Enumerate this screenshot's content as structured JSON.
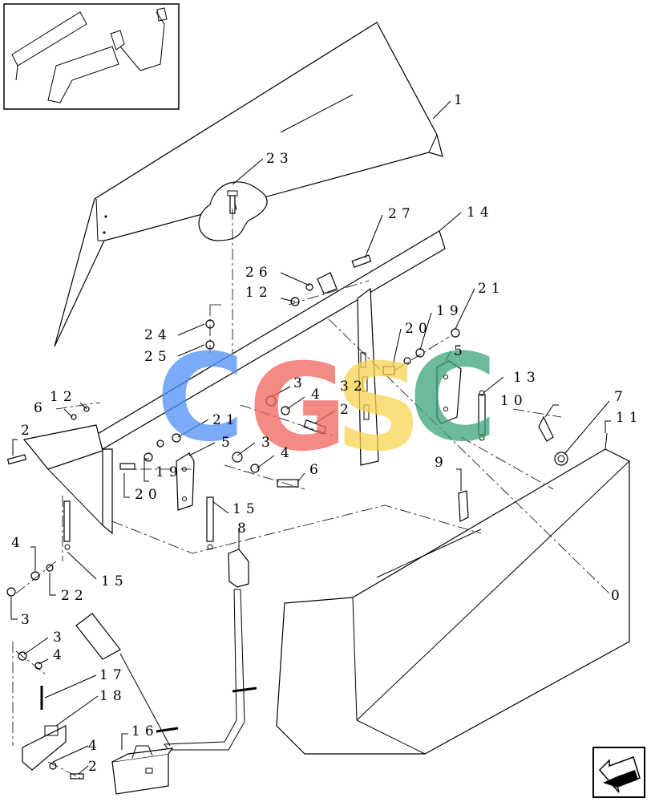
{
  "labels": {
    "l1": "1",
    "l23": "23",
    "l14": "14",
    "l27": "27",
    "l26": "26",
    "l12a": "12",
    "l21a": "21",
    "l19a": "19",
    "l20a": "20",
    "l24": "24",
    "l25": "25",
    "l5a": "5",
    "l13": "13",
    "l10": "10",
    "l7": "7",
    "l11": "11",
    "l3a": "3",
    "l4a": "4",
    "l32": "32",
    "l2a": "2",
    "l12b": "12",
    "l6a": "6",
    "l2b": "2",
    "l21b": "21",
    "l5b": "5",
    "l3b": "3",
    "l4b": "4",
    "l6b": "6",
    "l19b": "19",
    "l20b": "20",
    "l15a": "15",
    "l9": "9",
    "l8": "8",
    "l4c": "4",
    "l15b": "15",
    "l22": "22",
    "l3c": "3",
    "l3d": "3",
    "l4d": "4",
    "l17": "17",
    "l18": "18",
    "l16": "16",
    "l4e": "4",
    "l2c": "2",
    "l0": "0"
  },
  "watermark": {
    "letters": [
      "C",
      "G",
      "S",
      "C"
    ],
    "colors": [
      "#4f8ef7",
      "#f0645a",
      "#f7d44f",
      "#3aa57a"
    ]
  },
  "icons": {
    "nav": "arrow-nav-icon",
    "toolbox": "toolbox-icon"
  }
}
